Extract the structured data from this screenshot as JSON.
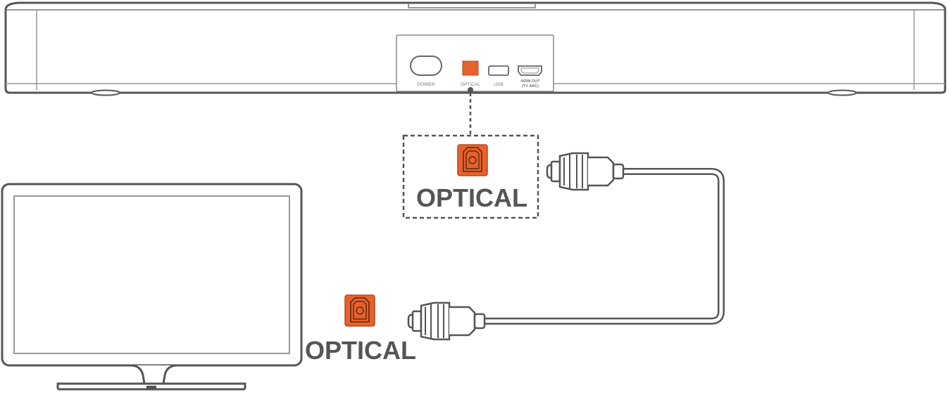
{
  "soundbar_ports": {
    "power": "POWER",
    "optical": "OPTICAL",
    "usb": "USB",
    "hdmi_line1": "HDMI OUT",
    "hdmi_line2": "(TV ARC)"
  },
  "callout_label": "OPTICAL",
  "tv_label": "OPTICAL",
  "colors": {
    "accent": "#e8612c",
    "outline": "#555555"
  },
  "icons": [
    "optical-port-icon",
    "optical-cable-plug-icon"
  ]
}
